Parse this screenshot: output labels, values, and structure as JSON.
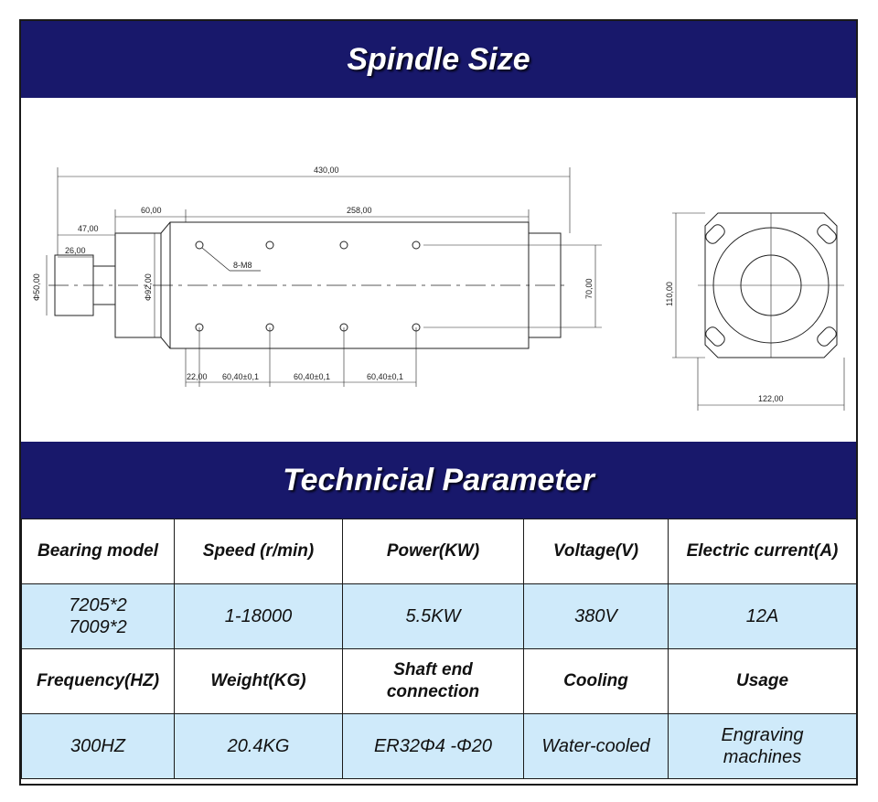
{
  "titles": {
    "spindle_size": "Spindle Size",
    "technical_parameter": "Technicial Parameter"
  },
  "drawing": {
    "dims": {
      "overall_length": "430,00",
      "body_length": "258,00",
      "shoulder": "60,00",
      "nose": "47,00",
      "shaft": "26,00",
      "shaft_dia": "Φ50,00",
      "body_dia": "Φ92,00",
      "hole_height": "70,00",
      "thread": "8-M8",
      "first_hole": "22,00",
      "pitch1": "60,40±0,1",
      "pitch2": "60,40±0,1",
      "pitch3": "60,40±0,1",
      "flange_height": "110,00",
      "flange_width": "122,00"
    }
  },
  "params": {
    "row1": {
      "headers": [
        "Bearing model",
        "Speed (r/min)",
        "Power(KW)",
        "Voltage(V)",
        "Electric current(A)"
      ],
      "values": [
        [
          "7205*2",
          "7009*2"
        ],
        [
          "1-18000"
        ],
        [
          "5.5KW"
        ],
        [
          "380V"
        ],
        [
          "12A"
        ]
      ]
    },
    "row2": {
      "headers": [
        [
          "Frequency(HZ)"
        ],
        [
          "Weight(KG)"
        ],
        [
          "Shaft end",
          "connection"
        ],
        [
          "Cooling"
        ],
        [
          "Usage"
        ]
      ],
      "values": [
        [
          "300HZ"
        ],
        [
          "20.4KG"
        ],
        [
          "ER32Φ4 -Φ20"
        ],
        [
          "Water-cooled"
        ],
        [
          "Engraving",
          "machines"
        ]
      ]
    }
  },
  "colors": {
    "banner": "#18186b",
    "value_row": "#cfeafa"
  }
}
